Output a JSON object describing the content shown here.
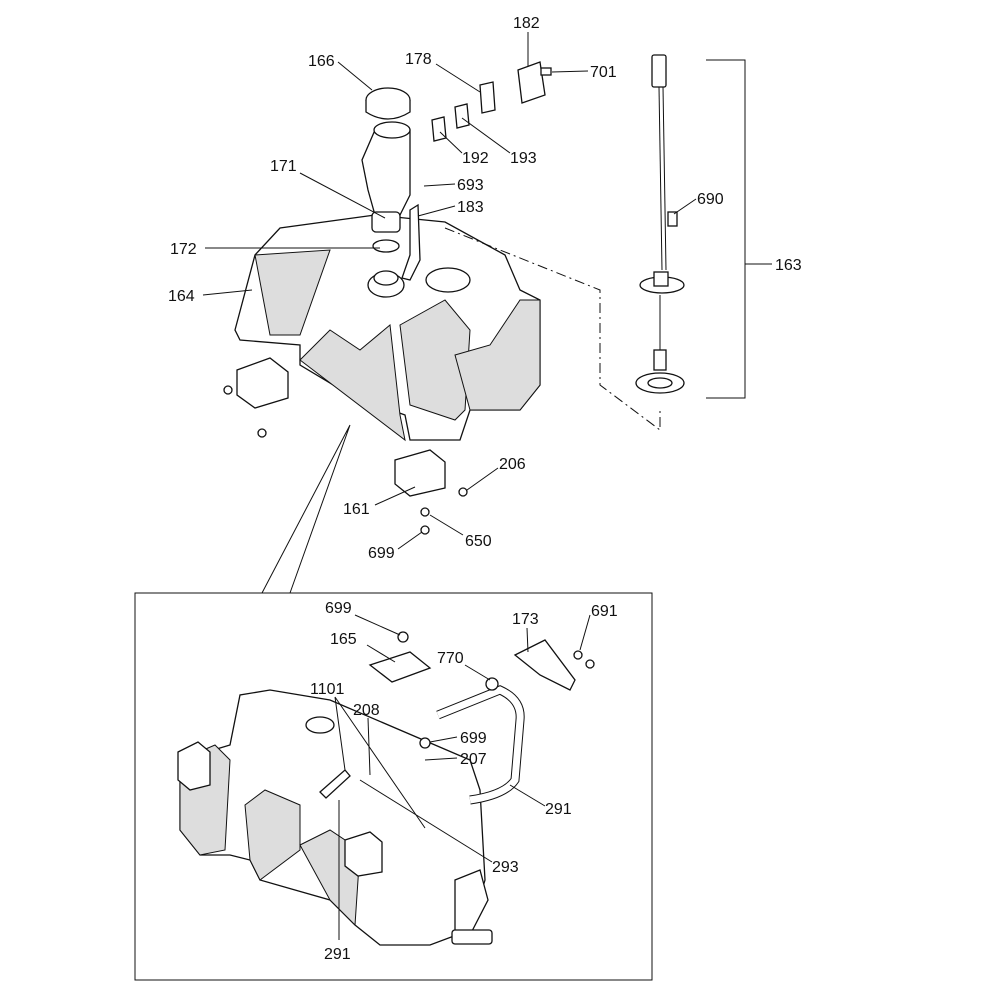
{
  "diagram": {
    "title": "Fuel tank exploded parts diagram",
    "labels": [
      "166",
      "178",
      "182",
      "701",
      "192",
      "193",
      "171",
      "693",
      "183",
      "690",
      "172",
      "164",
      "163",
      "206",
      "161",
      "650",
      "699",
      "699",
      "165",
      "173",
      "691",
      "770",
      "1101",
      "208",
      "699",
      "207",
      "291",
      "293",
      "291"
    ]
  }
}
